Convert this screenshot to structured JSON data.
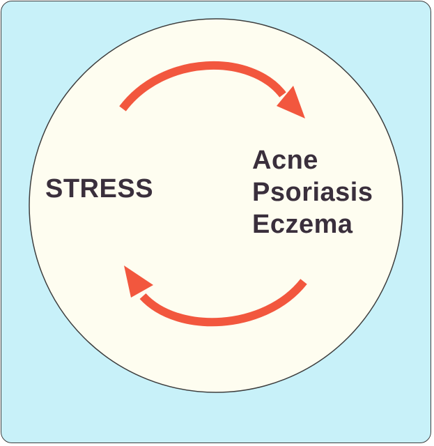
{
  "diagram": {
    "cause_label": "STRESS",
    "effects": [
      "Acne",
      "Psoriasis",
      "Eczema"
    ],
    "colors": {
      "background": "#c8f1f9",
      "circle": "#fefdf0",
      "arrow": "#f2573e",
      "text": "#3a2f3c"
    }
  }
}
